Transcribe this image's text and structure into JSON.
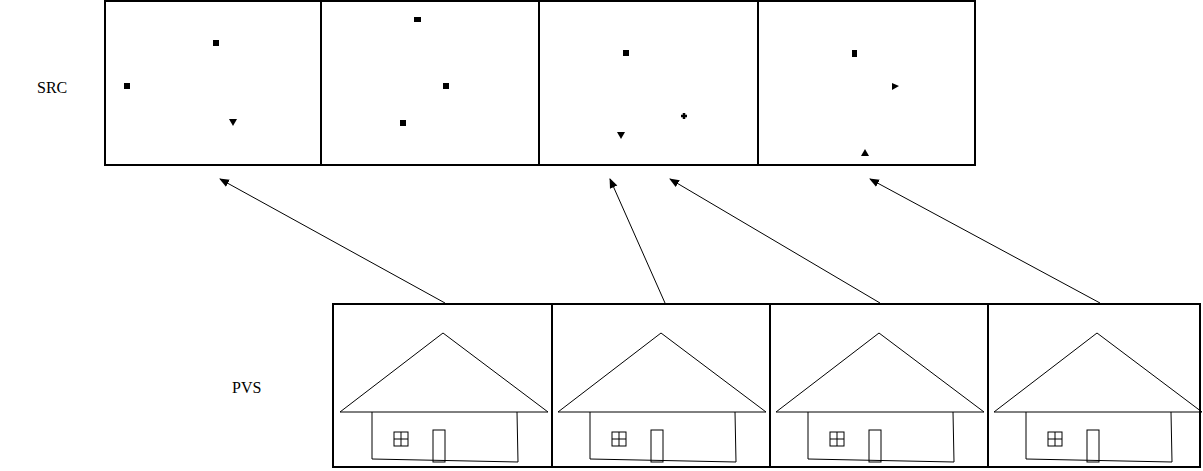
{
  "diagram": {
    "nodes": [
      {
        "text": [
          "SRC"
        ]
      },
      {
        "text": [
          "PVS"
        ]
      }
    ],
    "edges": [
      {
        "from": 1,
        "to": 0,
        "arrow": "to"
      },
      {
        "from": 1,
        "to": 0,
        "arrow": "to"
      },
      {
        "from": 1,
        "to": 0,
        "arrow": "to"
      },
      {
        "from": 1,
        "to": 0,
        "arrow": "to"
      }
    ]
  }
}
